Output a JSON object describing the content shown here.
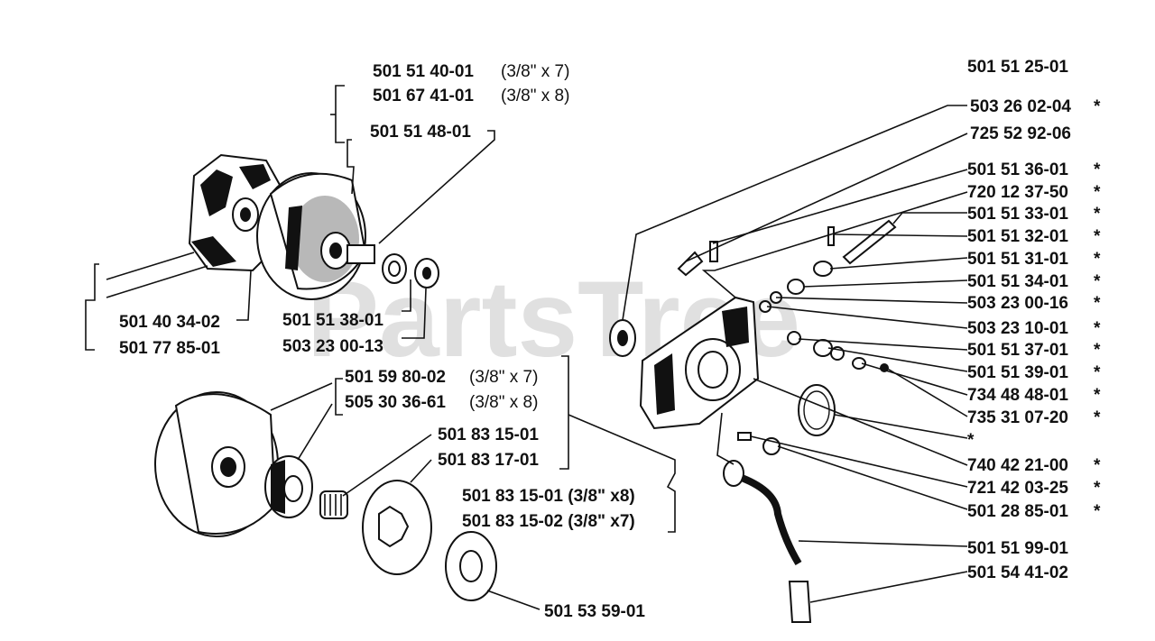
{
  "watermark": "PartsTree",
  "labels": {
    "a1": "501 51 40-01",
    "a1n": "(3/8\" x 7)",
    "a2": "501 67 41-01",
    "a2n": "(3/8\" x 8)",
    "a3": "501 51 48-01",
    "a4": "501 40 34-02",
    "a5": "501 77 85-01",
    "a6": "501 51 38-01",
    "a7": "503 23 00-13",
    "a8": "501 59 80-02",
    "a8n": "(3/8\" x 7)",
    "a9": "505 30 36-61",
    "a9n": "(3/8\" x 8)",
    "a10": "501 83 15-01",
    "a11": "501 83 17-01",
    "a12": "501 83 15-01 (3/8\" x8)",
    "a13": "501 83 15-02 (3/8\" x7)",
    "a14": "501 53 59-01",
    "r0": "501 51 25-01",
    "r1": "503 26 02-04",
    "r1s": "*",
    "r2": "725 52 92-06",
    "r3": "501 51 36-01",
    "r3s": "*",
    "r4": "720 12 37-50",
    "r4s": "*",
    "r5": "501 51 33-01",
    "r5s": "*",
    "r6": "501 51 32-01",
    "r6s": "*",
    "r7": "501 51 31-01",
    "r7s": "*",
    "r8": "501 51 34-01",
    "r8s": "*",
    "r9": "503 23 00-16",
    "r9s": "*",
    "r10": "503 23 10-01",
    "r10s": "*",
    "r11": "501 51 37-01",
    "r11s": "*",
    "r12": "501 51 39-01",
    "r12s": "*",
    "r13": "734 48 48-01",
    "r13s": "*",
    "r14": "735 31 07-20",
    "r14s": "*",
    "r15s": "*",
    "r16": "740 42 21-00",
    "r16s": "*",
    "r17": "721 42 03-25",
    "r17s": "*",
    "r18": "501 28 85-01",
    "r18s": "*",
    "r19": "501 51 99-01",
    "r20": "501 54 41-02"
  }
}
